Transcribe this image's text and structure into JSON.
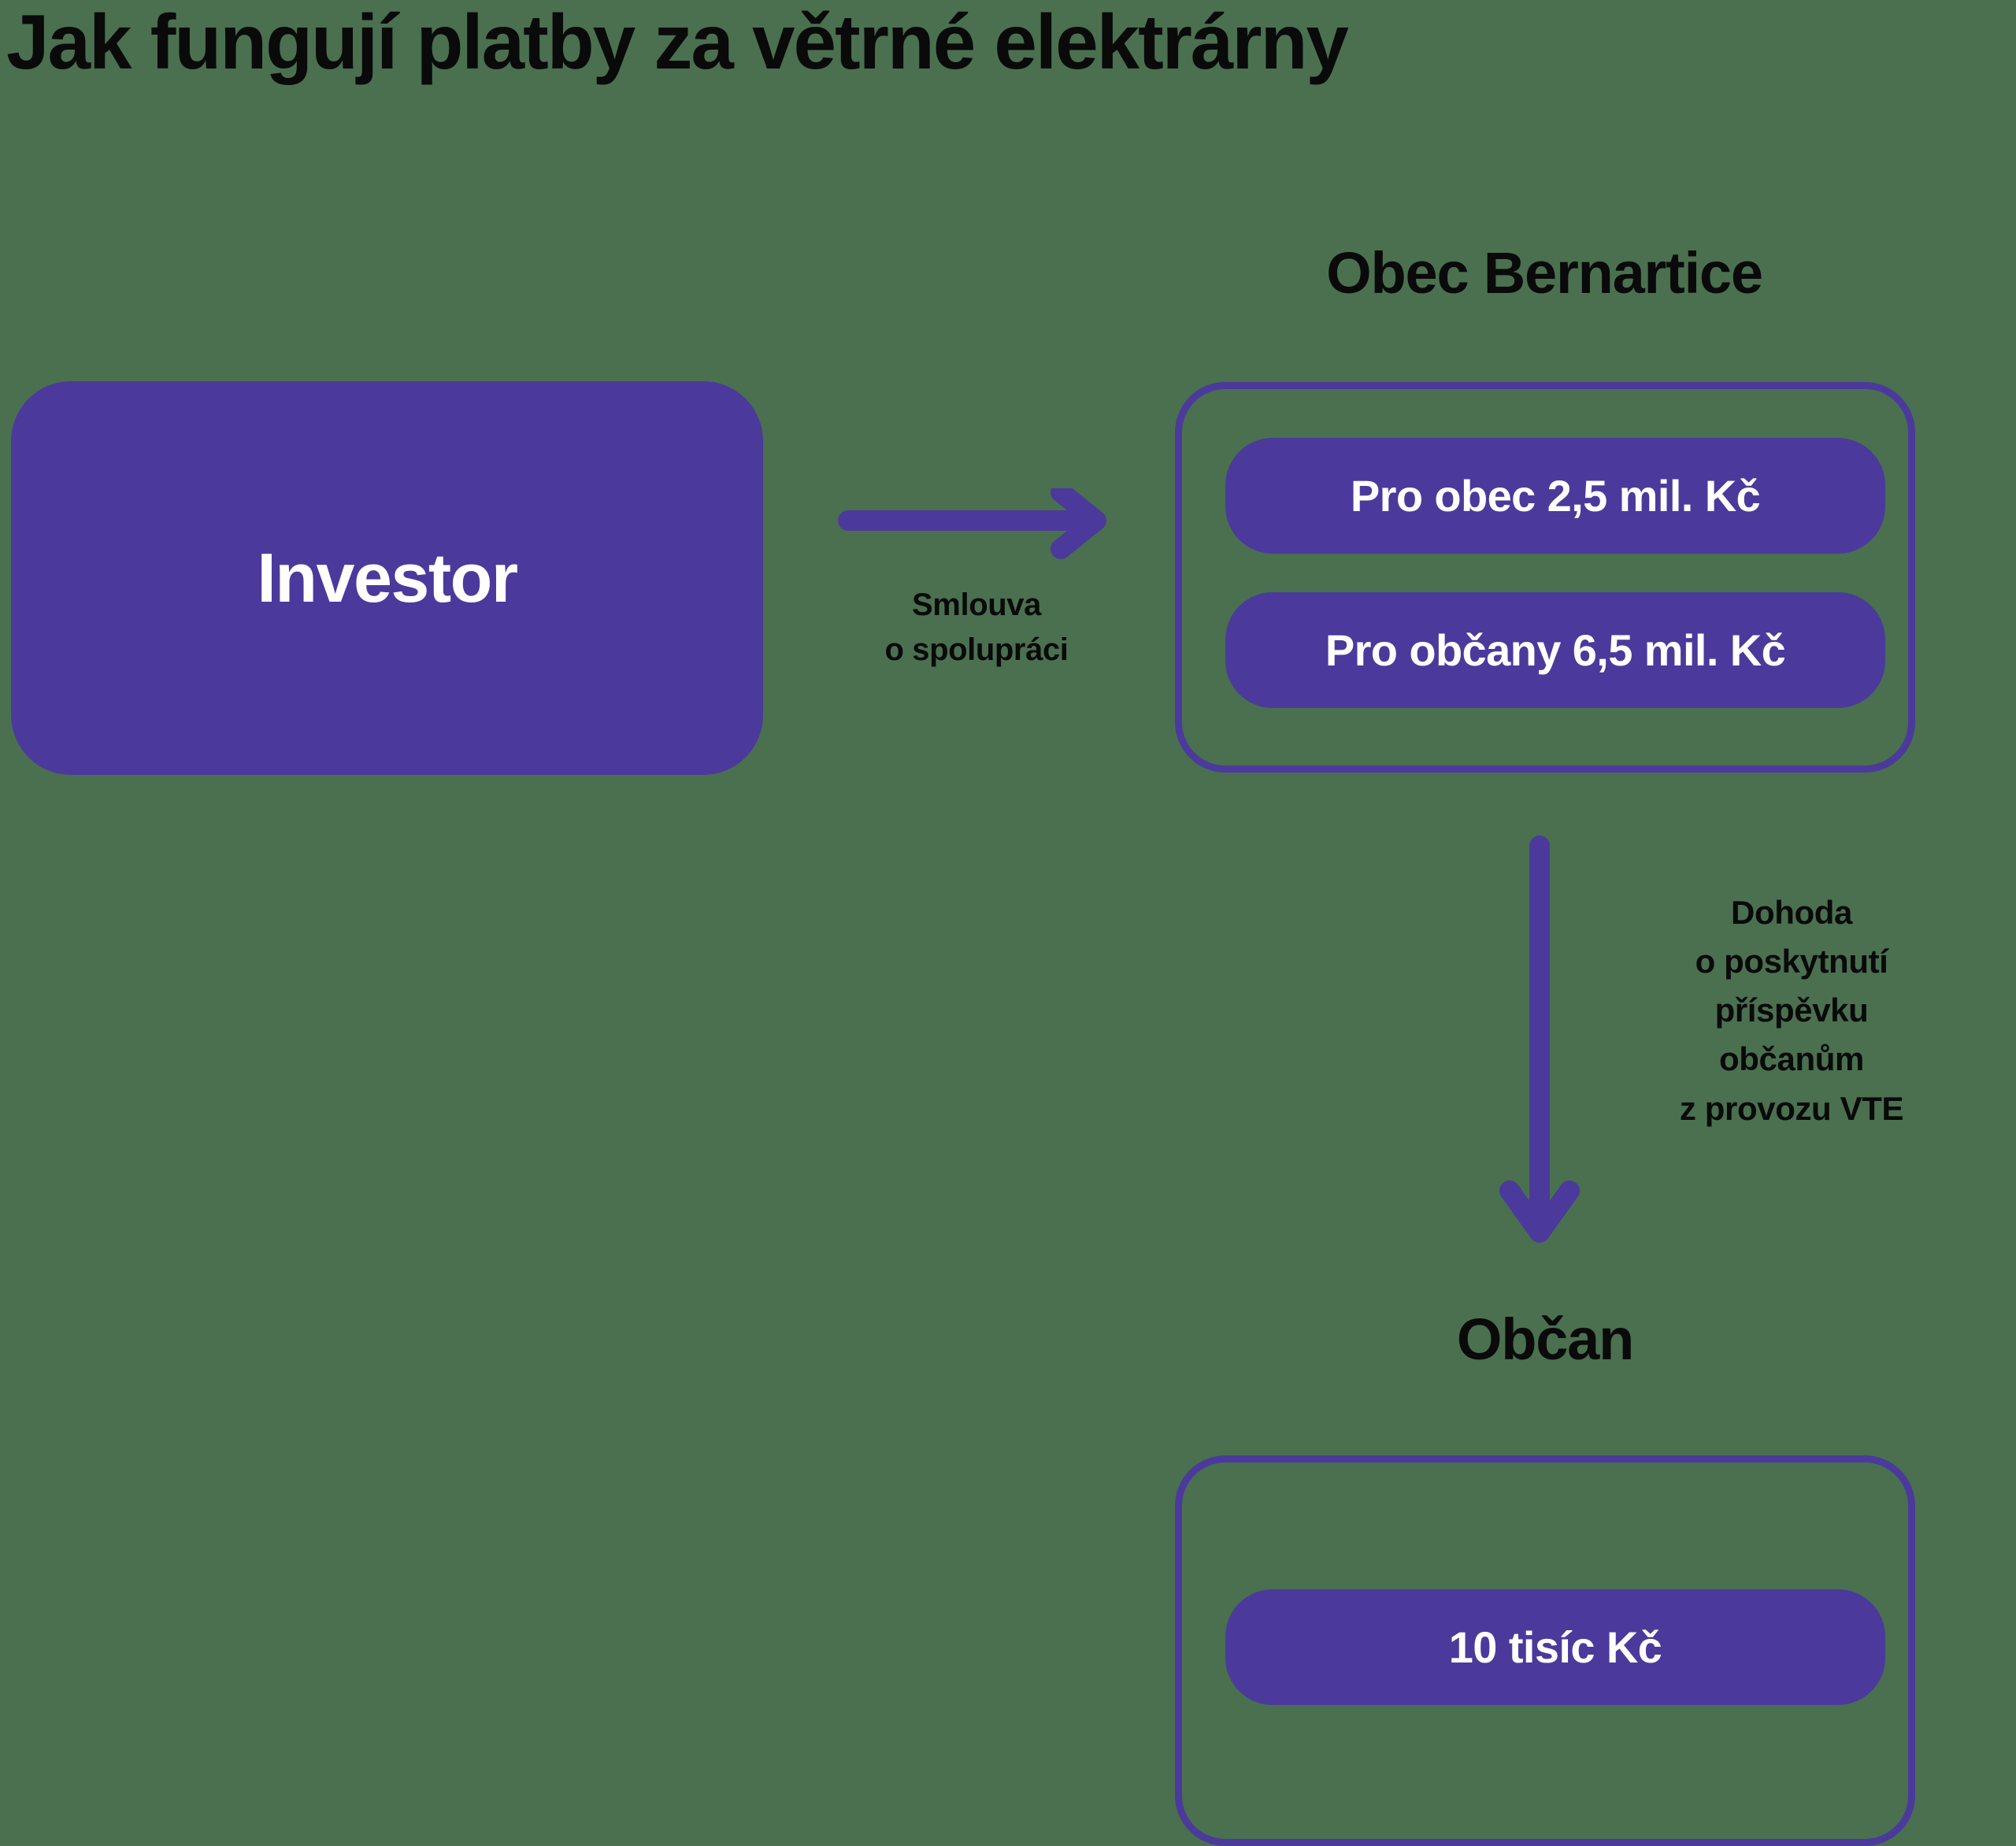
{
  "title": "Jak fungují platby za větrné elektrárny",
  "colors": {
    "accent_purple": "#4b3a9b",
    "text_dark": "#0a0a0a",
    "text_light": "#ffffff",
    "background": "#4a7050"
  },
  "nodes": {
    "investor": {
      "label": "Investor"
    },
    "obec": {
      "heading": "Obec Bernartice",
      "items": [
        {
          "label": "Pro obec 2,5 mil. Kč"
        },
        {
          "label": "Pro občany 6,5 mil. Kč"
        }
      ]
    },
    "obcan": {
      "heading": "Občan",
      "items": [
        {
          "label": "10 tisíc Kč"
        }
      ]
    }
  },
  "connectors": {
    "investor_to_obec": {
      "icon": "arrow-right-icon",
      "caption_line1": "Smlouva",
      "caption_line2": "o spolupráci"
    },
    "obec_to_obcan": {
      "icon": "arrow-down-icon",
      "caption_line1": "Dohoda",
      "caption_line2": "o poskytnutí",
      "caption_line3": "příspěvku",
      "caption_line4": "občanům",
      "caption_line5": "z provozu VTE"
    }
  }
}
